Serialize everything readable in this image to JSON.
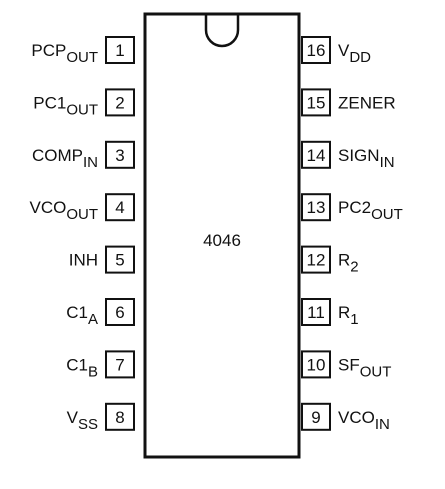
{
  "chip": {
    "name": "4046"
  },
  "left_pins": [
    {
      "number": "1",
      "label": "PCP",
      "sub": "OUT"
    },
    {
      "number": "2",
      "label": "PC1",
      "sub": "OUT"
    },
    {
      "number": "3",
      "label": "COMP",
      "sub": "IN"
    },
    {
      "number": "4",
      "label": "VCO",
      "sub": "OUT"
    },
    {
      "number": "5",
      "label": "INH",
      "sub": ""
    },
    {
      "number": "6",
      "label": "C1",
      "sub": "A"
    },
    {
      "number": "7",
      "label": "C1",
      "sub": "B"
    },
    {
      "number": "8",
      "label": "V",
      "sub": "SS"
    }
  ],
  "right_pins": [
    {
      "number": "16",
      "label": "V",
      "sub": "DD"
    },
    {
      "number": "15",
      "label": "ZENER",
      "sub": ""
    },
    {
      "number": "14",
      "label": "SIGN",
      "sub": "IN"
    },
    {
      "number": "13",
      "label": "PC2",
      "sub": "OUT"
    },
    {
      "number": "12",
      "label": "R",
      "sub": "2"
    },
    {
      "number": "11",
      "label": "R",
      "sub": "1"
    },
    {
      "number": "10",
      "label": "SF",
      "sub": "OUT"
    },
    {
      "number": "9",
      "label": "VCO",
      "sub": "IN"
    }
  ]
}
